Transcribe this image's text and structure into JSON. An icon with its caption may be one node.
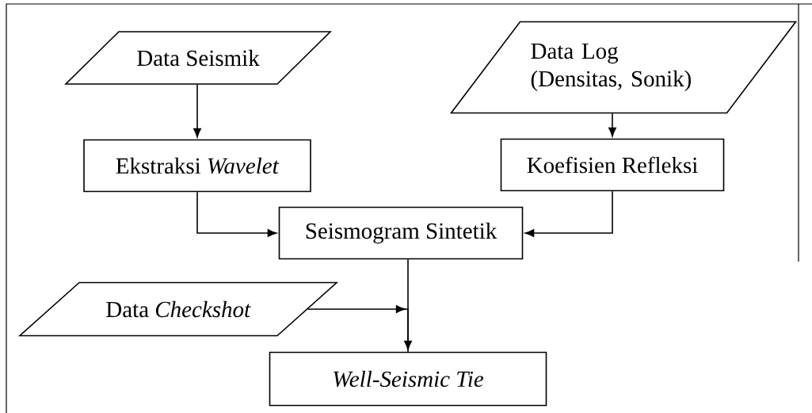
{
  "diagram": {
    "nodes": [
      {
        "text": [
          "Data Seismik"
        ]
      },
      {
        "text": [
          "Data Log (Densitas, Sonik)"
        ]
      },
      {
        "text": [
          "Ekstraksi *Wavelet*"
        ]
      },
      {
        "text": [
          "Koefisien Refleksi"
        ]
      },
      {
        "text": [
          "Seismogram Sintetik"
        ]
      },
      {
        "text": [
          "Data *Checkshot*"
        ]
      },
      {
        "text": [
          "Well-Seismic Tie"
        ]
      }
    ],
    "edges": [
      {
        "from": 0,
        "to": 2,
        "arrow": "to"
      },
      {
        "from": 1,
        "to": 3,
        "arrow": "to"
      },
      {
        "from": 2,
        "to": 4,
        "arrow": "to"
      },
      {
        "from": 3,
        "to": 4,
        "arrow": "to"
      },
      {
        "from": 4,
        "to": 6,
        "arrow": "to"
      },
      {
        "from": 5,
        "to": 6,
        "arrow": "to"
      }
    ]
  }
}
